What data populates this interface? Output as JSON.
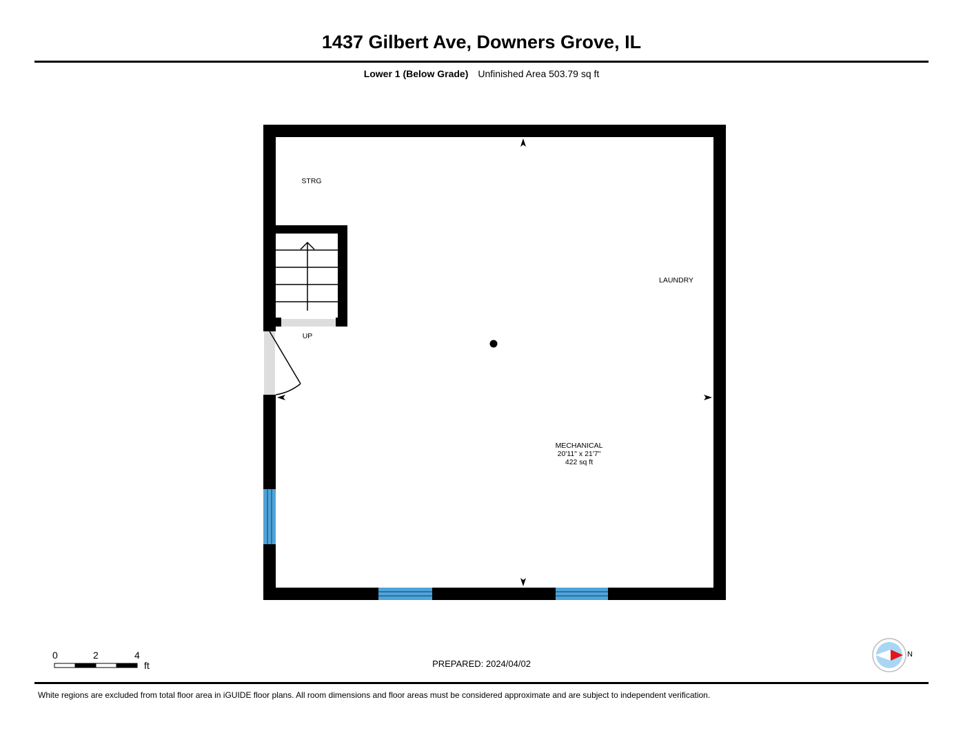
{
  "header": {
    "title": "1437 Gilbert Ave, Downers Grove, IL",
    "level": "Lower 1 (Below Grade)",
    "area_summary": "Unfinished Area 503.79 sq ft"
  },
  "floorplan": {
    "rooms": [
      {
        "name": "STRG"
      },
      {
        "name": "LAUNDRY"
      },
      {
        "name": "UP"
      },
      {
        "name": "MECHANICAL",
        "dimensions": "20'11\" x 21'7\"",
        "area": "422 sq ft"
      }
    ],
    "colors": {
      "wall": "#000000",
      "window": "#4fa3d8",
      "opening": "#dddddd",
      "compass_fill": "#a9d6f2",
      "compass_needle": "#e3161b"
    }
  },
  "scale_bar": {
    "ticks": [
      "0",
      "2",
      "4"
    ],
    "unit": "ft"
  },
  "footer": {
    "prepared": "PREPARED: 2024/04/02",
    "disclaimer": "White regions are excluded from total floor area in iGUIDE floor plans. All room dimensions and floor areas must be considered approximate and are subject to independent verification.",
    "compass_label": "N"
  }
}
